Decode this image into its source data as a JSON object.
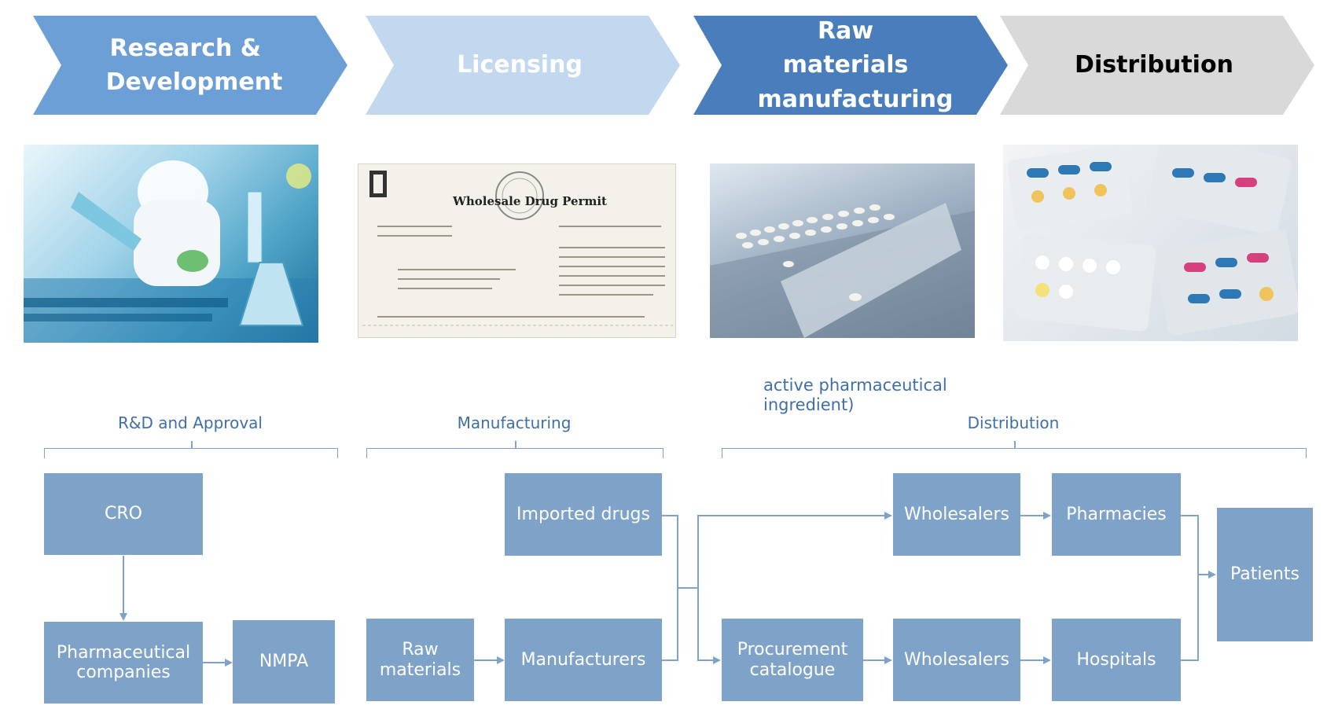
{
  "stages": [
    {
      "label": "Research & Development",
      "line1": "Research &",
      "line2": "Development"
    },
    {
      "label": "Licensing"
    },
    {
      "label": "Raw materials manufacturing",
      "line1": "Raw materials",
      "line2": "manufacturing"
    },
    {
      "label": "Distribution"
    }
  ],
  "photos": {
    "permit_title": "Wholesale Drug Permit"
  },
  "groups": {
    "rd": "R&D and Approval",
    "manufacturing": "Manufacturing",
    "distribution": "Distribution"
  },
  "api_note": {
    "line1": "active pharmaceutical",
    "line2": "ingredient)"
  },
  "boxes": {
    "cro": "CRO",
    "pharma_line1": "Pharmaceutical",
    "pharma_line2": "companies",
    "nmpa": "NMPA",
    "raw_line1": "Raw",
    "raw_line2": "materials",
    "imported": "Imported drugs",
    "manufacturers": "Manufacturers",
    "procurement_line1": "Procurement",
    "procurement_line2": "catalogue",
    "wholesalers_top": "Wholesalers",
    "wholesalers_bottom": "Wholesalers",
    "pharmacies": "Pharmacies",
    "hospitals": "Hospitals",
    "patients": "Patients"
  },
  "colors": {
    "box": "#7fa3c8",
    "label": "#3f6fa6",
    "chevron_rd": "#6b9fd5",
    "chevron_licensing": "#c2d8ef",
    "chevron_raw": "#4a7dbb",
    "chevron_distribution": "#d9d9d9"
  }
}
